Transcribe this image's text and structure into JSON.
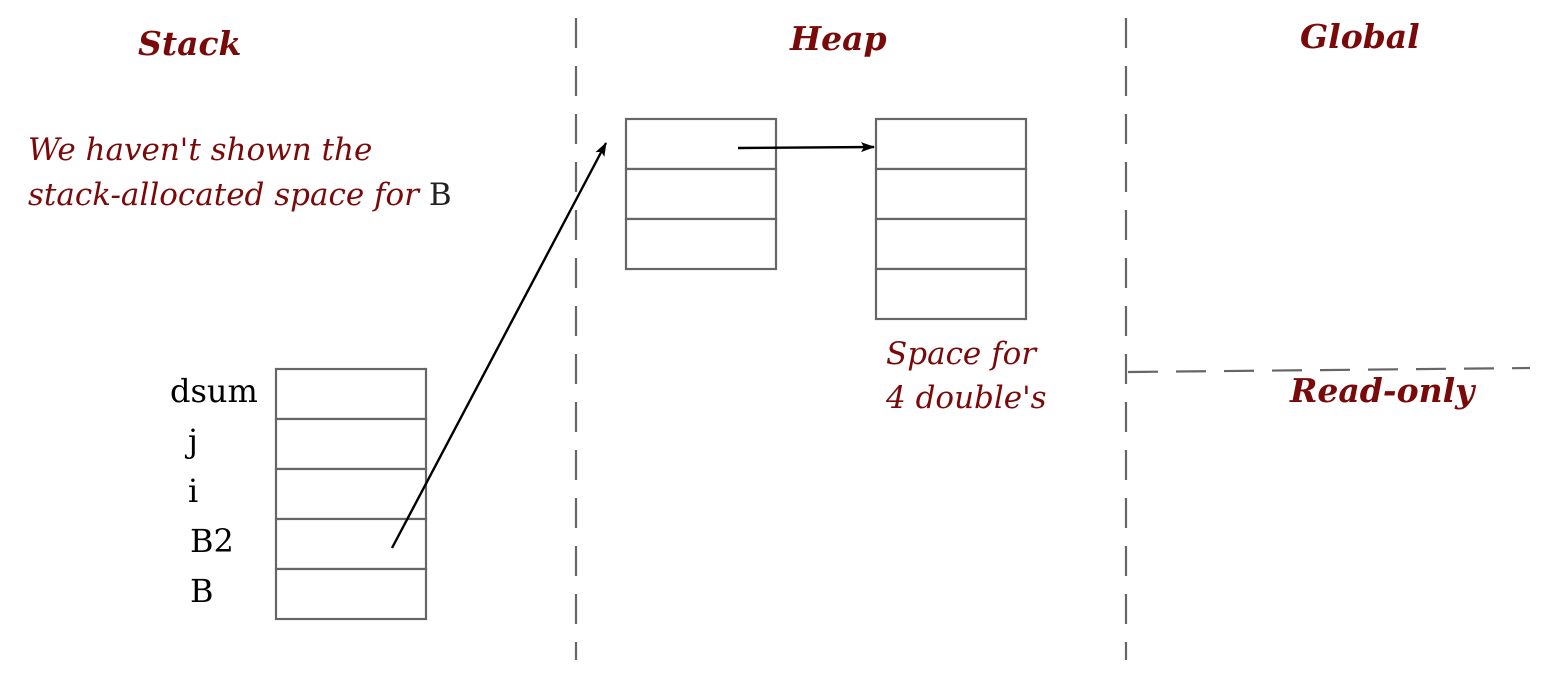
{
  "regions": {
    "stack": "Stack",
    "heap": "Heap",
    "global": "Global",
    "readonly": "Read-only"
  },
  "stack_note": {
    "line1": "We haven't shown the",
    "line2_prefix": "stack-allocated space for ",
    "line2_var": "B"
  },
  "stack_frame": {
    "variables": [
      "dsum",
      "j",
      "i",
      "B2",
      "B"
    ]
  },
  "heap_note": {
    "line1": "Space for",
    "line2": "4 double's"
  },
  "colors": {
    "annotation": "#7a0a0a",
    "cell_border": "#666666",
    "arrow": "#000000"
  }
}
